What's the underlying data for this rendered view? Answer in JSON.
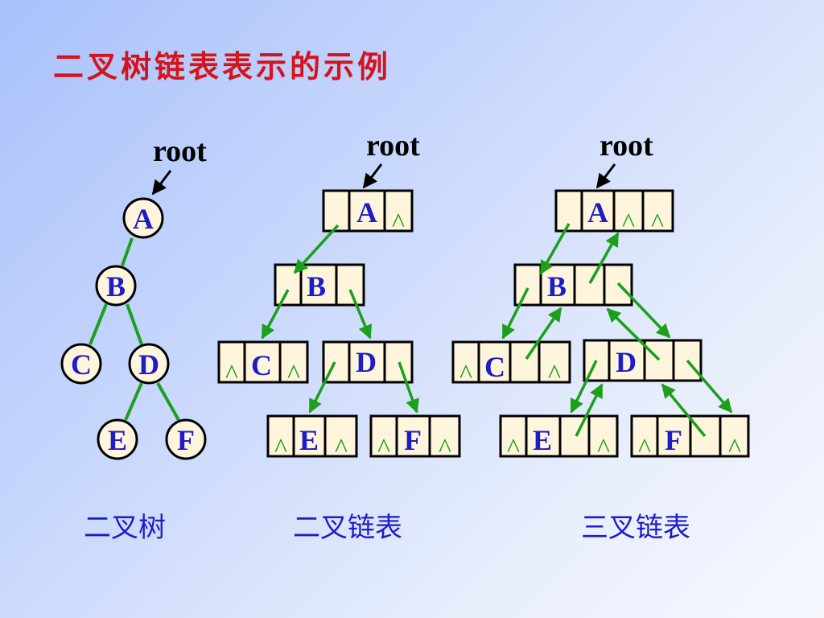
{
  "title": "二叉树链表表示的示例",
  "captions": {
    "binary_tree": "二叉树",
    "binary_list": "二叉链表",
    "ternary_list": "三叉链表"
  },
  "root_label": "root",
  "null_symbol": "^",
  "colors": {
    "title": "#d4141c",
    "node_text": "#1c1cc8",
    "edge": "#1aa01a",
    "cell_fill": "#fff5dc",
    "border": "#000000"
  },
  "nodes": [
    "A",
    "B",
    "C",
    "D",
    "E",
    "F"
  ]
}
